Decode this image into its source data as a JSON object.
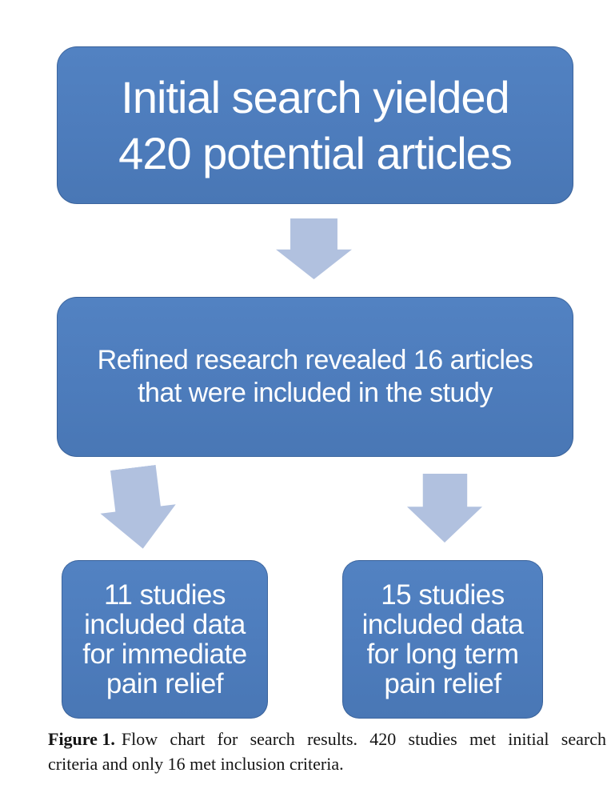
{
  "figure": {
    "type": "flowchart",
    "nodes": [
      {
        "id": "initial-search",
        "lines": [
          "Initial search yielded",
          "420 potential articles"
        ],
        "full_text": "Initial search yielded 420 potential articles"
      },
      {
        "id": "refined-search",
        "lines": [
          "Refined research revealed 16 articles",
          "that were included in the study"
        ],
        "full_text": "Refined research revealed 16 articles that were included in the study"
      },
      {
        "id": "immediate-pain-relief",
        "lines": [
          "11 studies",
          "included data",
          "for immediate",
          "pain relief"
        ],
        "full_text": "11 studies included data for immediate pain relief"
      },
      {
        "id": "long-term-pain-relief",
        "lines": [
          "15 studies",
          "included data",
          "for long term",
          "pain relief"
        ],
        "full_text": "15 studies included data for long term pain relief"
      }
    ],
    "edges": [
      {
        "from": "initial-search",
        "to": "refined-search"
      },
      {
        "from": "refined-search",
        "to": "immediate-pain-relief"
      },
      {
        "from": "refined-search",
        "to": "long-term-pain-relief"
      }
    ],
    "colors": {
      "node_fill": "#4d7cbc",
      "node_text": "#ffffff",
      "arrow_fill": "#b1c1df",
      "caption_text": "#141414",
      "background": "#ffffff"
    }
  },
  "caption": {
    "label": "Figure 1.",
    "line1_rest": "Flow chart for search results. 420 studies met initial search",
    "line2": "criteria and only 16 met inclusion criteria.",
    "full_text": "Figure 1. Flow chart for search results. 420 studies met initial search criteria and only 16 met inclusion criteria."
  }
}
